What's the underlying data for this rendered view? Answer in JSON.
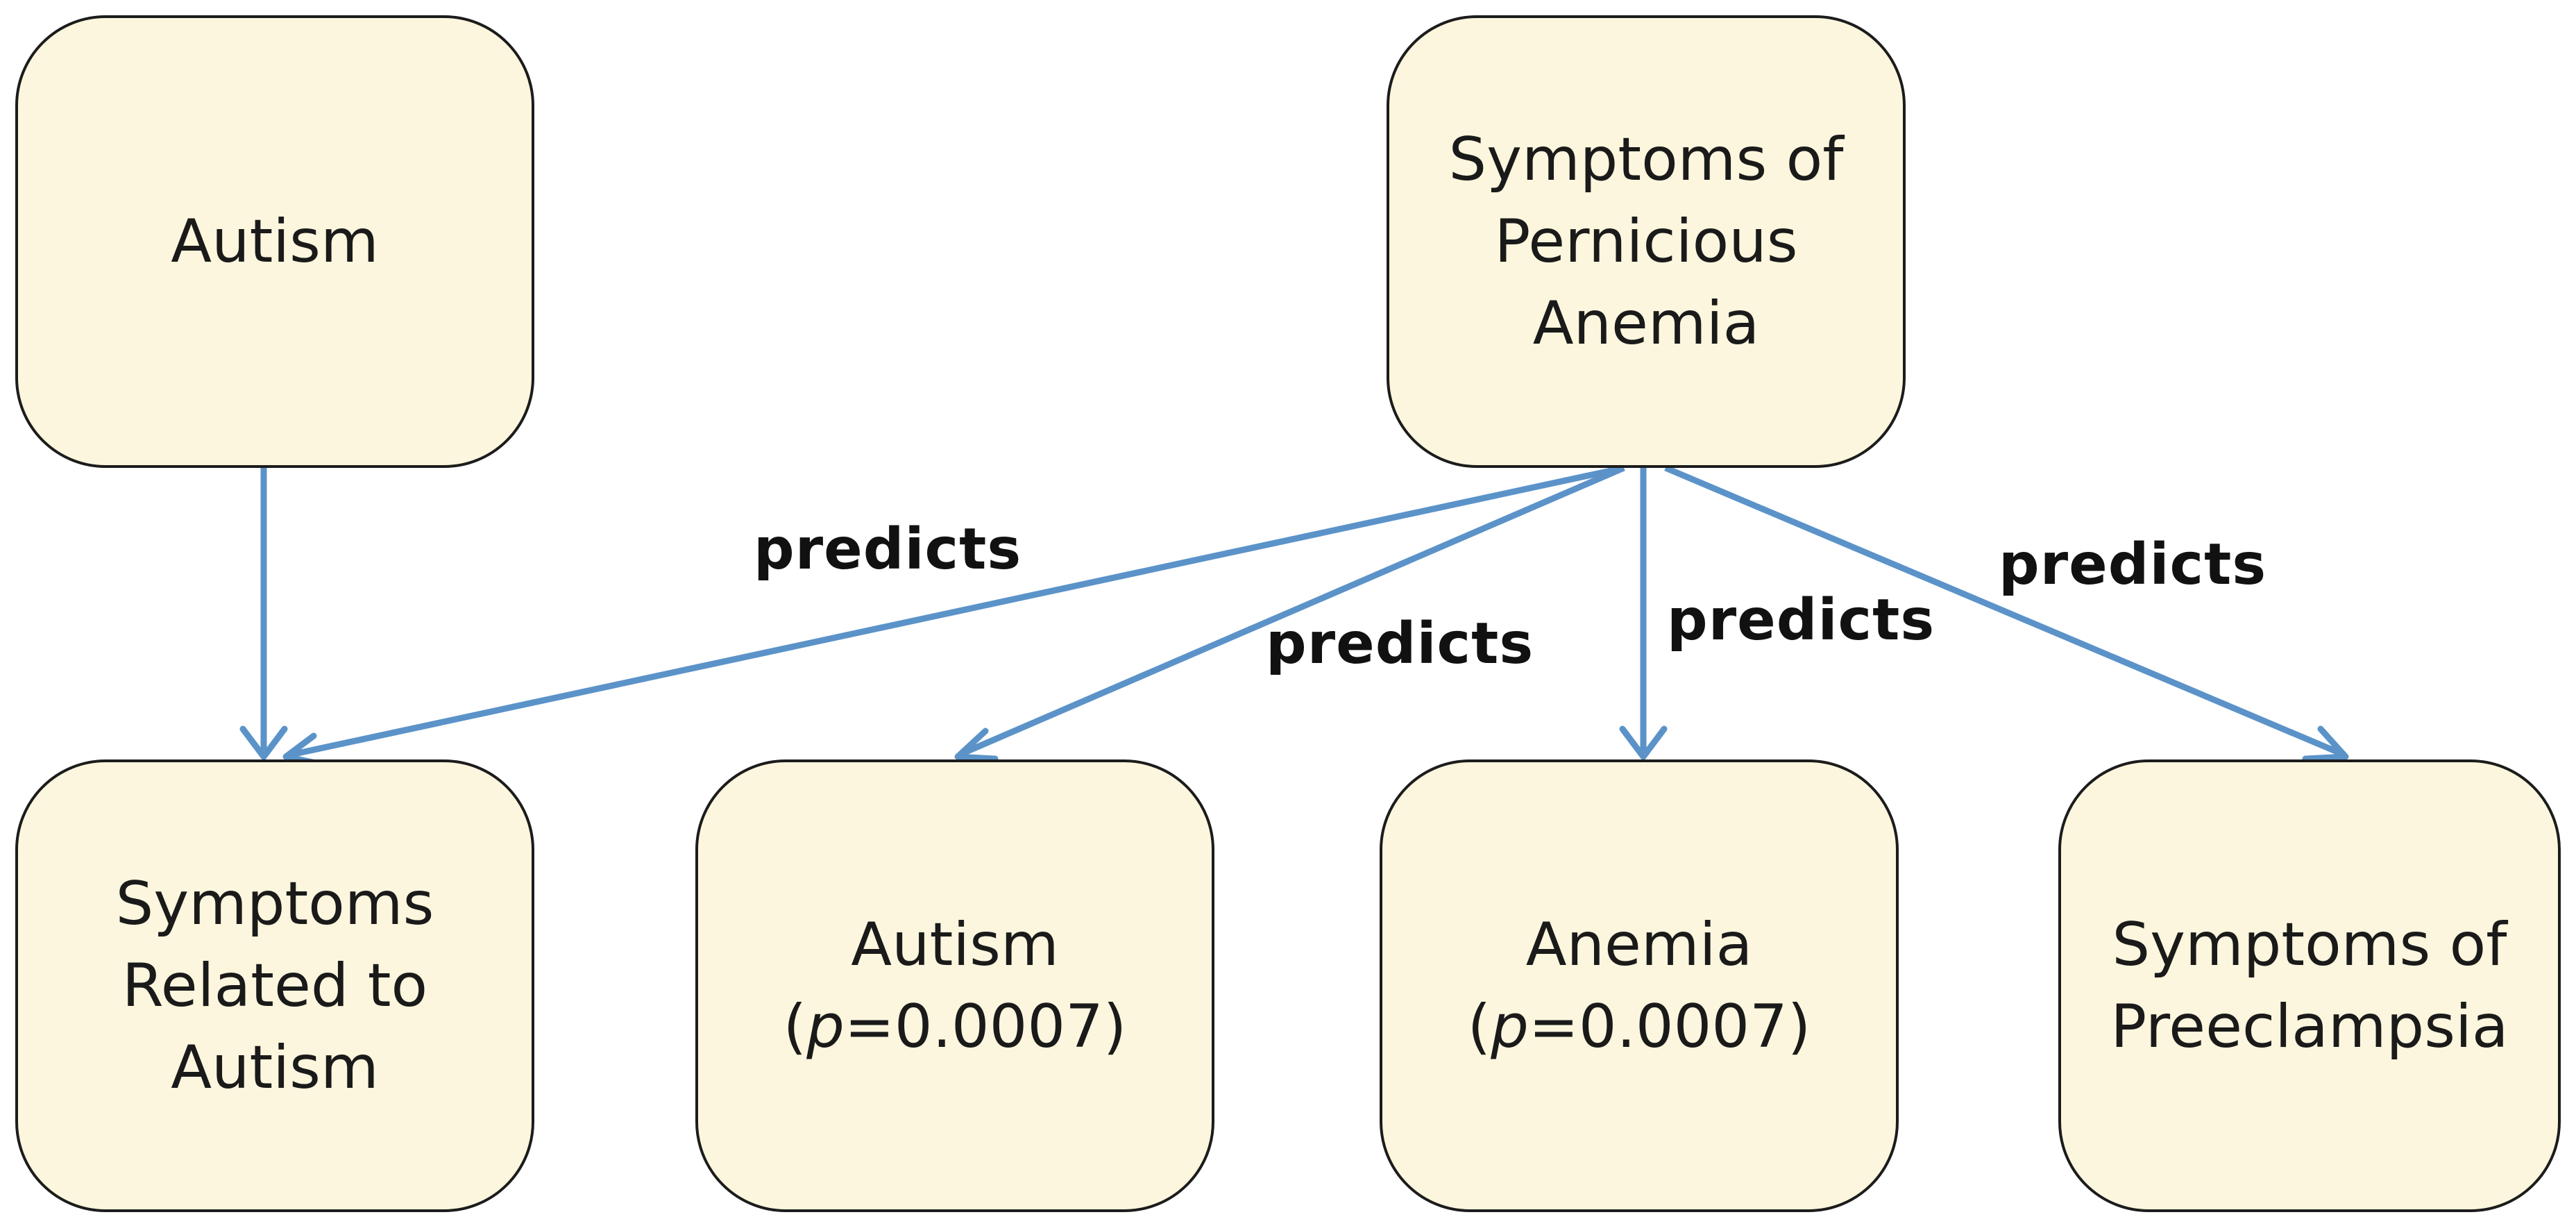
{
  "nodes": {
    "autism_top": {
      "lines": [
        "Autism"
      ]
    },
    "pernicious_anemia": {
      "lines": [
        "Symptoms of",
        "Pernicious",
        "Anemia"
      ]
    },
    "symptoms_autism": {
      "lines": [
        "Symptoms",
        "Related to",
        "Autism"
      ]
    },
    "autism_p": {
      "line1": "Autism",
      "line2_prefix": "(",
      "line2_italic": "p",
      "line2_rest": "=0.0007)"
    },
    "anemia_p": {
      "line1": "Anemia",
      "line2_prefix": "(",
      "line2_italic": "p",
      "line2_rest": "=0.0007)"
    },
    "preeclampsia": {
      "lines": [
        "Symptoms of",
        "Preeclampsia"
      ]
    }
  },
  "edges": {
    "label_to_symptoms_autism": "predicts",
    "label_to_autism_p": "predicts",
    "label_to_anemia_p": "predicts",
    "label_to_preeclampsia": "predicts"
  },
  "colors": {
    "node_fill": "#fbf6dd",
    "node_border": "#1c1c1c",
    "arrow": "#5b93c9"
  }
}
